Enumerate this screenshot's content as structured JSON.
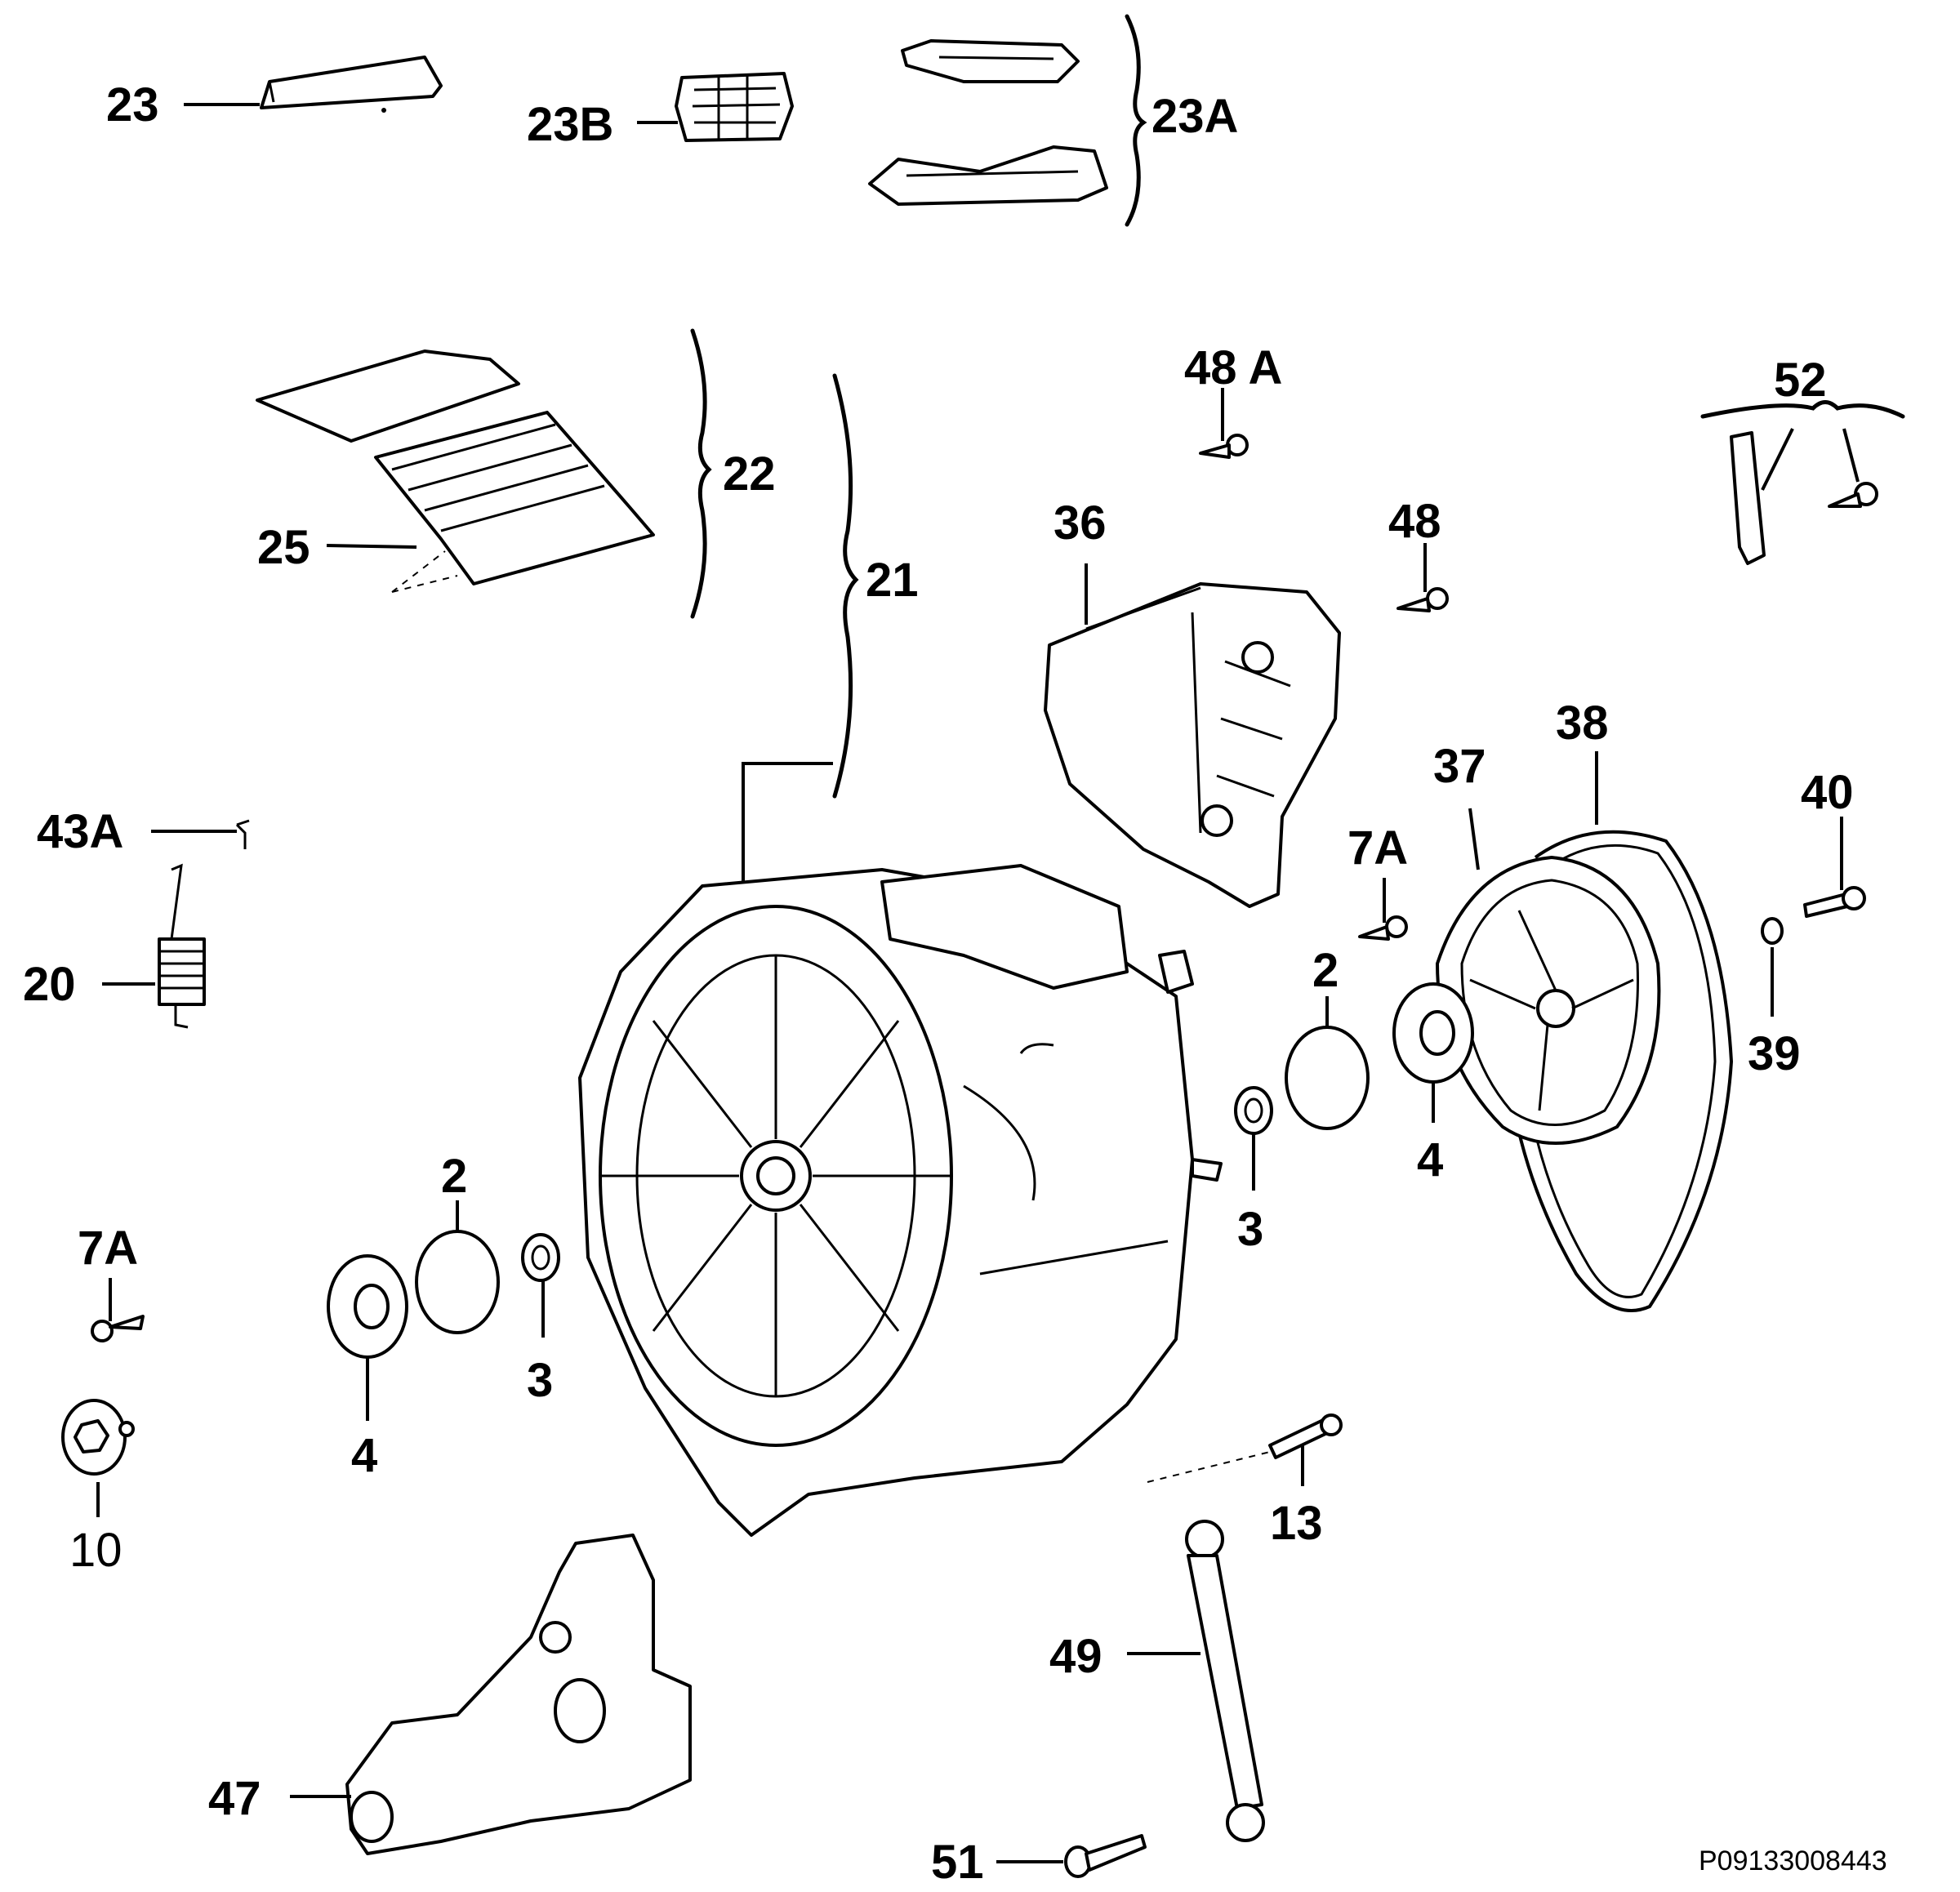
{
  "labels": {
    "l_23": "23",
    "l_23B": "23B",
    "l_23A": "23A",
    "l_22": "22",
    "l_21": "21",
    "l_25": "25",
    "l_48A": "48 A",
    "l_52": "52",
    "l_36": "36",
    "l_48": "48",
    "l_43A": "43A",
    "l_20": "20",
    "l_38": "38",
    "l_37": "37",
    "l_40": "40",
    "l_7A_right": "7A",
    "l_2_right": "2",
    "l_39": "39",
    "l_4_right": "4",
    "l_3_right": "3",
    "l_7A_left": "7A",
    "l_2_left": "2",
    "l_3_left": "3",
    "l_4_left": "4",
    "l_10": "10",
    "l_13": "13",
    "l_49": "49",
    "l_47": "47",
    "l_51": "51"
  },
  "doc_id": "P09133008443"
}
